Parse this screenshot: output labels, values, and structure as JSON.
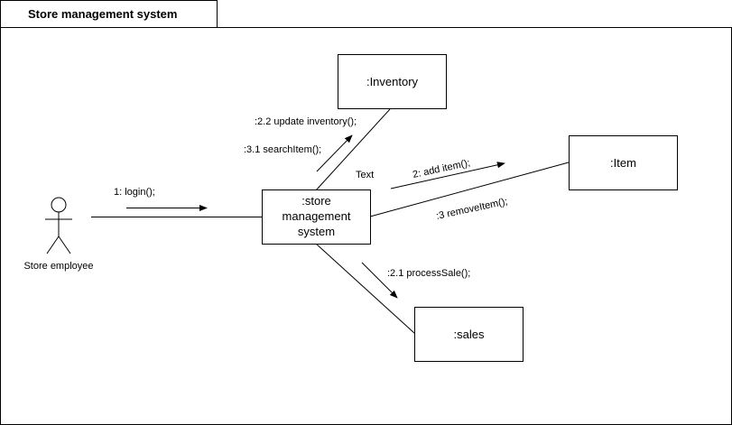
{
  "frame": {
    "title": "Store management system"
  },
  "actor": {
    "label": "Store employee"
  },
  "objects": {
    "inventory": ":Inventory",
    "item": ":Item",
    "sales": ":sales",
    "system": {
      "lines": [
        ":store",
        "management",
        "system"
      ]
    }
  },
  "messages": {
    "login": "1: login();",
    "update_inventory": ":2.2 update inventory();",
    "search_item": ":3.1 searchItem();",
    "add_item": "2: add item();",
    "remove_item": ":3 removeItem();",
    "process_sale": ":2.1 processSale();"
  },
  "free_text": "Text"
}
